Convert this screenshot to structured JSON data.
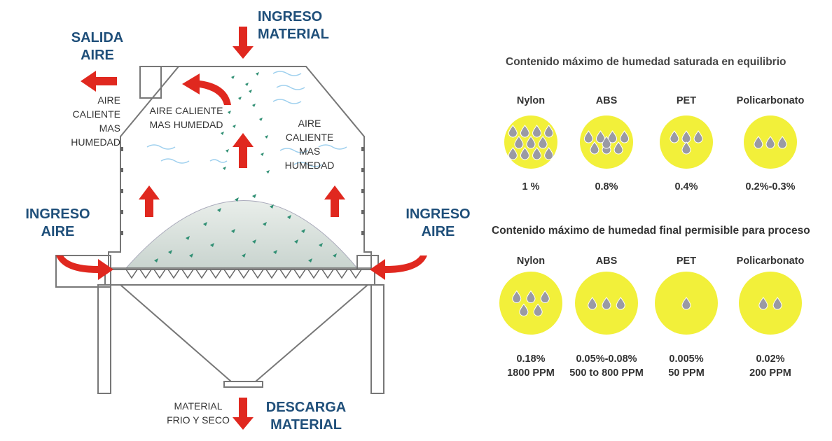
{
  "colors": {
    "label_blue": "#1f4f7a",
    "arrow_red": "#e0281f",
    "granule_green": "#2f8f73",
    "air_wave": "#9fd0ee",
    "circle_yellow": "#f2f03a",
    "drop_gray": "#9a9aa4"
  },
  "dryer": {
    "material_in": [
      "INGRESO",
      "MATERIAL"
    ],
    "air_out": [
      "SALIDA",
      "AIRE"
    ],
    "air_in_left": [
      "INGRESO",
      "AIRE"
    ],
    "air_in_right": [
      "INGRESO",
      "AIRE"
    ],
    "hot_air_outside": [
      "AIRE CALIENTE",
      "MAS HUMEDAD"
    ],
    "hot_air_left": [
      "AIRE CALIENTE",
      "MAS HUMEDAD"
    ],
    "hot_air_right": [
      "AIRE CALIENTE",
      "MAS HUMEDAD"
    ],
    "material_cold": [
      "MATERIAL",
      "FRIO Y SECO"
    ],
    "material_out": [
      "DESCARGA",
      "MATERIAL"
    ]
  },
  "moisture": {
    "saturated": {
      "title": "Contenido máximo de humedad saturada en equilibrio",
      "items": [
        {
          "name": "Nylon",
          "lines": [
            "1 %"
          ],
          "drops": 11
        },
        {
          "name": "ABS",
          "lines": [
            "0.8%"
          ],
          "drops": 8
        },
        {
          "name": "PET",
          "lines": [
            "0.4%"
          ],
          "drops": 4
        },
        {
          "name": "Policarbonato",
          "lines": [
            "0.2%-0.3%"
          ],
          "drops": 3
        }
      ]
    },
    "final": {
      "title": "Contenido máximo de humedad final permisible para proceso",
      "items": [
        {
          "name": "Nylon",
          "lines": [
            "0.18%",
            "1800 PPM"
          ],
          "drops": 5
        },
        {
          "name": "ABS",
          "lines": [
            "0.05%-0.08%",
            "500 to 800 PPM"
          ],
          "drops": 3
        },
        {
          "name": "PET",
          "lines": [
            "0.005%",
            "50 PPM"
          ],
          "drops": 1
        },
        {
          "name": "Policarbonato",
          "lines": [
            "0.02%",
            "200 PPM"
          ],
          "drops": 2
        }
      ]
    }
  }
}
